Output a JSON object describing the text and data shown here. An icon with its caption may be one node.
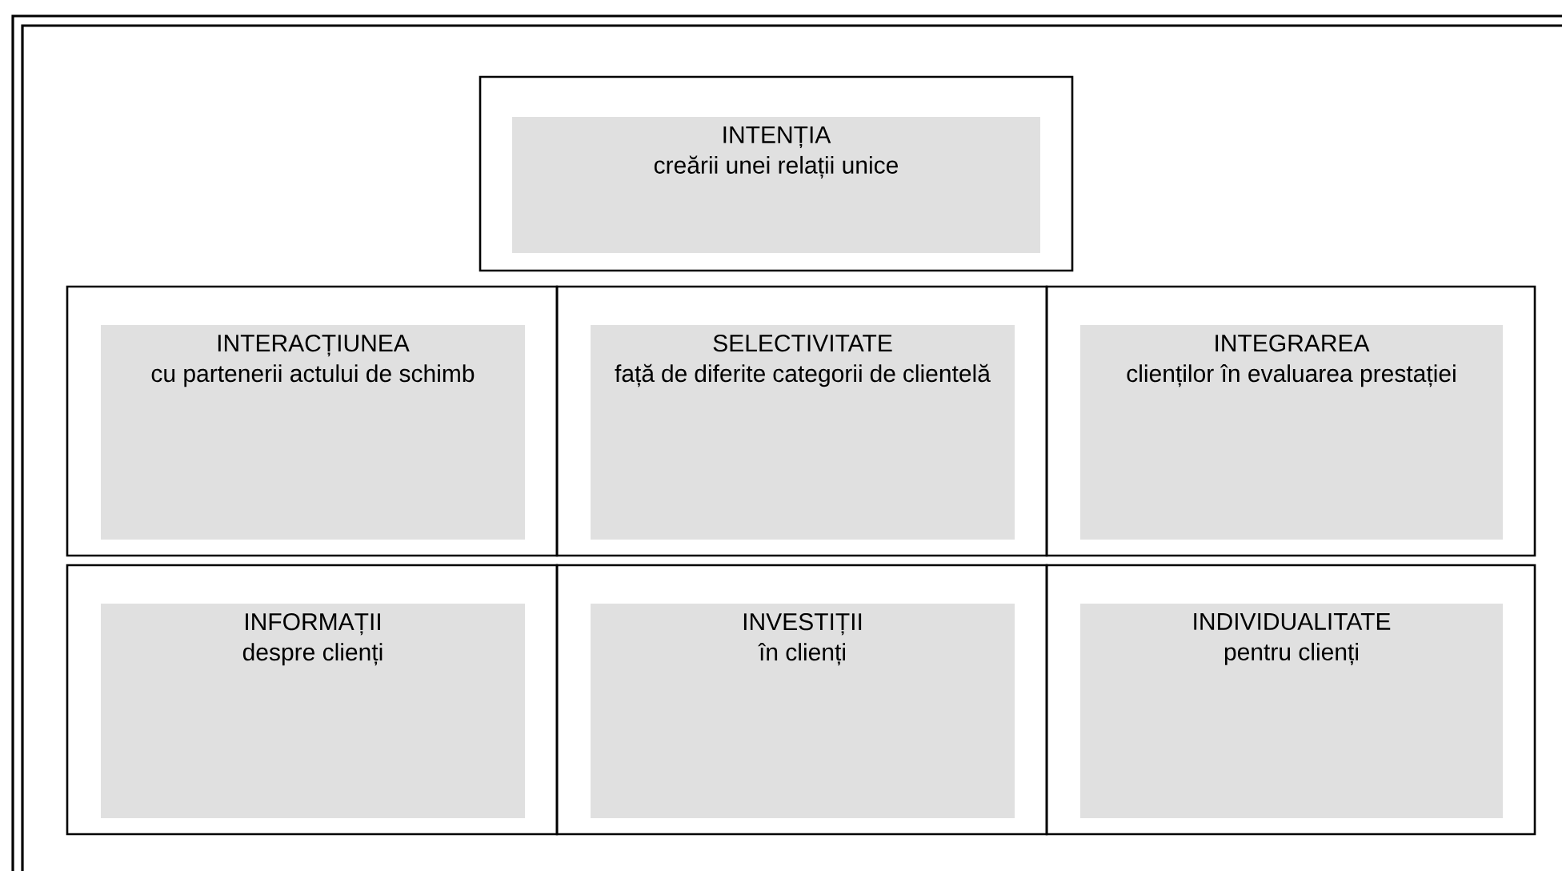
{
  "diagram": {
    "nodes": [
      {
        "text": [],
        "shape": "box"
      },
      {
        "text": [
          "INTENȚIA",
          "creării unei relații unice"
        ],
        "in": 0
      },
      {
        "text": [],
        "shape": "box"
      },
      {
        "text": [
          "INTERACȚIUNEA",
          "cu partenerii actului de schimb"
        ],
        "in": 2
      },
      {
        "text": [],
        "shape": "box"
      },
      {
        "text": [
          "SELECTIVITATE",
          "față de diferite categorii de clientelă"
        ],
        "in": 4
      },
      {
        "text": [],
        "shape": "box"
      },
      {
        "text": [
          "INTEGRAREA",
          "clienților în evaluarea prestației"
        ],
        "in": 6
      },
      {
        "text": [],
        "shape": "box"
      },
      {
        "text": [
          "INFORMAȚII",
          "despre clienți"
        ],
        "in": 8
      },
      {
        "text": [],
        "shape": "box"
      },
      {
        "text": [
          "INVESTIȚII",
          "în clienți"
        ],
        "in": 10
      },
      {
        "text": [],
        "shape": "box"
      },
      {
        "text": [
          "INDIVIDUALITATE",
          "pentru clienți"
        ],
        "in": 12
      }
    ]
  }
}
